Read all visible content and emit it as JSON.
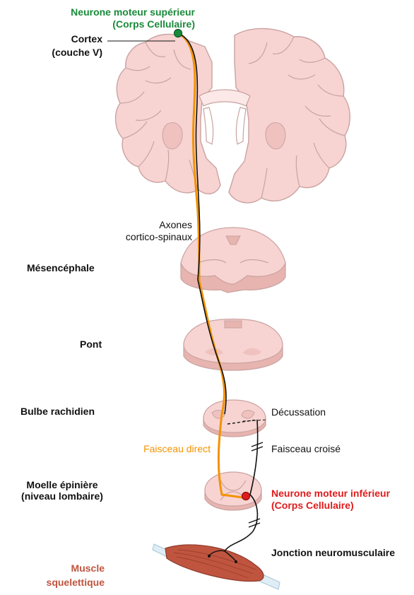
{
  "colors": {
    "tissue_fill": "#f7d3d1",
    "tissue_stroke": "#c9a3a1",
    "tissue_dark": "#e7b4b0",
    "upper_neuron": "#1a8a3a",
    "lower_neuron": "#e01b1b",
    "direct_tract": "#f39200",
    "muscle": "#c0553f",
    "axon": "#111111"
  },
  "labels": {
    "upper_neuron_line1": "Neurone moteur supérieur",
    "upper_neuron_line2": "(Corps Cellulaire)",
    "cortex_line1": "Cortex",
    "cortex_line2": "(couche V)",
    "axons_line1": "Axones",
    "axons_line2": "cortico-spinaux",
    "mesencephale": "Mésencéphale",
    "pont": "Pont",
    "bulbe": "Bulbe rachidien",
    "decussation": "Décussation",
    "faisceau_direct": "Faisceau direct",
    "faisceau_croise": "Faisceau croisé",
    "moelle_line1": "Moelle épinière",
    "moelle_line2": "(niveau lombaire)",
    "lower_neuron_line1": "Neurone moteur inférieur",
    "lower_neuron_line2": "(Corps Cellulaire)",
    "jonction": "Jonction neuromusculaire",
    "muscle_line1": "Muscle",
    "muscle_line2": "squelettique"
  }
}
